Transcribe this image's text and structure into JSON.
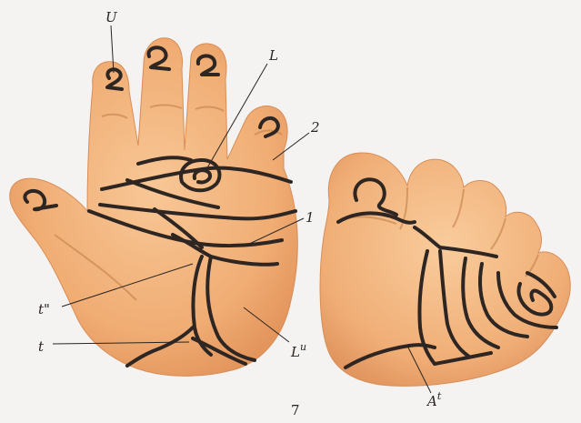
{
  "figure": {
    "number": "7",
    "labels": {
      "U": "U",
      "L": "L",
      "two": "2",
      "one": "1",
      "t_double_prime": "t\"",
      "t": "t",
      "Lu_base": "L",
      "Lu_sup": "u",
      "At_base": "A",
      "At_sup": "t"
    }
  },
  "colors": {
    "skin": "#f2b078",
    "skin_shade": "#e39860",
    "skin_light": "#f7c690",
    "ridge_lines": "#2e2622",
    "background": "#f5f3f2"
  }
}
